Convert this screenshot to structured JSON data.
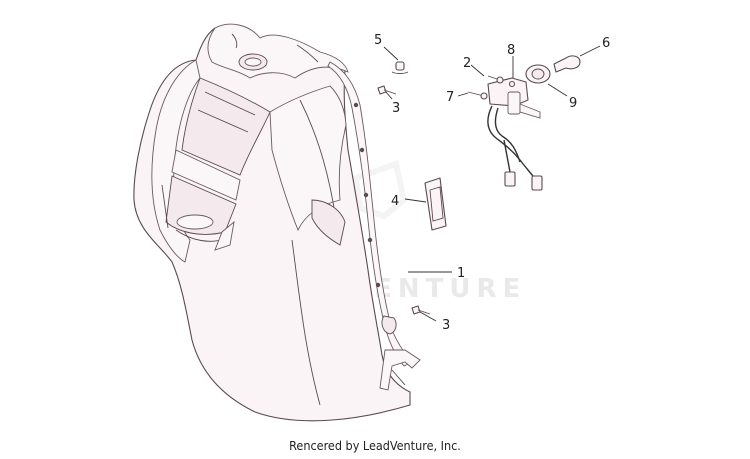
{
  "callouts": [
    "1",
    "2",
    "3",
    "3",
    "4",
    "5",
    "6",
    "7",
    "8",
    "9"
  ],
  "watermark": "LEADVENTURE",
  "footer": "Rencered by LeadVenture, Inc.",
  "colors": {
    "part_fill": "#faf4f6",
    "outline": "#5a4a52",
    "text": "#222222",
    "watermark": "#e9e9e9"
  }
}
